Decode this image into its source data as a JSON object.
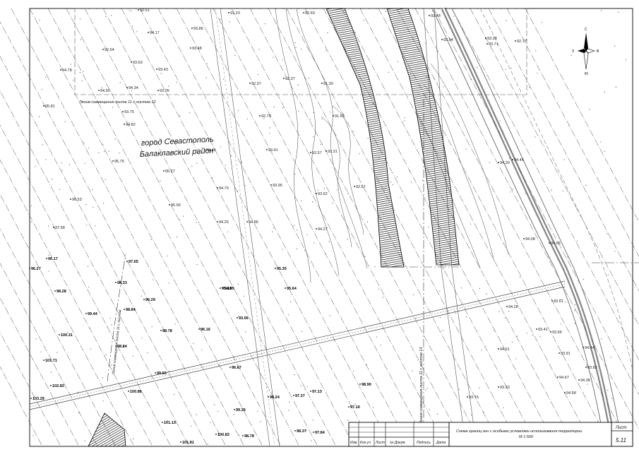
{
  "map": {
    "city_label_line1": "город Севастополь",
    "city_label_line2": "Балаклавский район",
    "match_line_top": "Линия совмещения листа 11 с листом 12",
    "match_line_right": "Линия совмещения листа 11 с листом 13",
    "match_line_left": "Линия совмещения листа 11 с листом",
    "compass": {
      "north": "С",
      "south": "Ю",
      "east": "В",
      "west": "З"
    }
  },
  "elevation_marks": [
    {
      "text": "92.51"
    },
    {
      "text": "91.23"
    },
    {
      "text": "92.60"
    },
    {
      "text": "93.86"
    },
    {
      "text": "94.17"
    },
    {
      "text": "93.48"
    },
    {
      "text": "94.90"
    },
    {
      "text": "94.78"
    },
    {
      "text": "92.64"
    },
    {
      "text": "93.43"
    },
    {
      "text": "93.63"
    },
    {
      "text": "93.05"
    },
    {
      "text": "94.34"
    },
    {
      "text": "92.37"
    },
    {
      "text": "91.37"
    },
    {
      "text": "91.30"
    },
    {
      "text": "95.81"
    },
    {
      "text": "93.75"
    },
    {
      "text": "94.82"
    },
    {
      "text": "94.46"
    },
    {
      "text": "92.79"
    },
    {
      "text": "91.53"
    },
    {
      "text": "93.41"
    },
    {
      "text": "92.57"
    },
    {
      "text": "92.31"
    },
    {
      "text": "95.76"
    },
    {
      "text": "95.27"
    },
    {
      "text": "94.79"
    },
    {
      "text": "93.95"
    },
    {
      "text": "93.62"
    },
    {
      "text": "92.57"
    },
    {
      "text": "96.53"
    },
    {
      "text": "95.56"
    },
    {
      "text": "94.25"
    },
    {
      "text": "94.86"
    },
    {
      "text": "94.27"
    },
    {
      "text": "97.58"
    },
    {
      "text": "96.17"
    },
    {
      "text": "97.65"
    },
    {
      "text": "95.35"
    },
    {
      "text": "94.85"
    },
    {
      "text": "96.27"
    },
    {
      "text": "98.33"
    },
    {
      "text": "95.83"
    },
    {
      "text": "95.64"
    },
    {
      "text": "93.06"
    },
    {
      "text": "98.28"
    },
    {
      "text": "96.29"
    },
    {
      "text": "99.44"
    },
    {
      "text": "98.84"
    },
    {
      "text": "100.31"
    },
    {
      "text": "98.78"
    },
    {
      "text": "96.16"
    },
    {
      "text": "98.84"
    },
    {
      "text": "101.71"
    },
    {
      "text": "99.65"
    },
    {
      "text": "96.67"
    },
    {
      "text": "102.83"
    },
    {
      "text": "100.88"
    },
    {
      "text": "98.90"
    },
    {
      "text": "103.29"
    },
    {
      "text": "98.24"
    },
    {
      "text": "97.37"
    },
    {
      "text": "97.13"
    },
    {
      "text": "99.36"
    },
    {
      "text": "97.16"
    },
    {
      "text": "101.13"
    },
    {
      "text": "100.83"
    },
    {
      "text": "98.37"
    },
    {
      "text": "97.84"
    },
    {
      "text": "98.78"
    },
    {
      "text": "101.81"
    },
    {
      "text": "93.33"
    },
    {
      "text": "93.15"
    },
    {
      "text": "94.28"
    },
    {
      "text": "93.91"
    },
    {
      "text": "94.44"
    },
    {
      "text": "94.58"
    },
    {
      "text": "93.41"
    },
    {
      "text": "93.56"
    },
    {
      "text": "94.38"
    },
    {
      "text": "94.67"
    },
    {
      "text": "93.82"
    },
    {
      "text": "94.95"
    },
    {
      "text": "94.08"
    },
    {
      "text": "94.51"
    },
    {
      "text": "93.51"
    },
    {
      "text": "92.77"
    },
    {
      "text": "94.46"
    },
    {
      "text": "94.30"
    },
    {
      "text": "92.48"
    },
    {
      "text": "92.94"
    },
    {
      "text": "93.28"
    },
    {
      "text": "93.71"
    }
  ],
  "title_block": {
    "title": "Схема границ зон с особыми условиями использования территории",
    "scale": "М 1:500",
    "sheet_label": "Лист",
    "sheet_number": "5.11",
    "cols": [
      "Изм.",
      "Кол.уч",
      "Лист",
      "№ Докум.",
      "Подпись",
      "Дата"
    ]
  }
}
